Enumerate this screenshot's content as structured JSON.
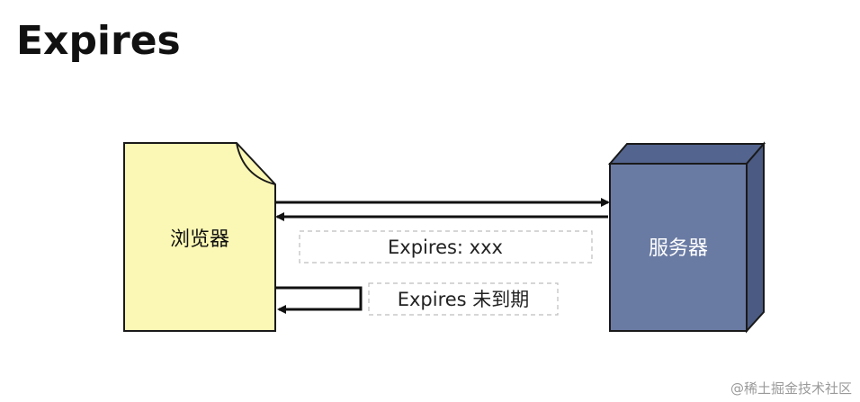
{
  "title": "Expires",
  "browser": {
    "label": "浏览器",
    "fill": "#fbf7b4",
    "stroke": "#1a1a1a"
  },
  "server": {
    "label": "服务器",
    "front_fill": "#6a7ba3",
    "top_fill": "#53648e",
    "side_fill": "#4a5a82",
    "stroke": "#1a1a1a"
  },
  "labels": {
    "response": "Expires: xxx",
    "cache_hit": "Expires 未到期"
  },
  "watermark": "@稀土掘金技术社区",
  "colors": {
    "arrow": "#111111",
    "dashed_border": "#bdbdbd",
    "label_text": "#222222",
    "server_text": "#ffffff",
    "browser_text": "#111111"
  }
}
